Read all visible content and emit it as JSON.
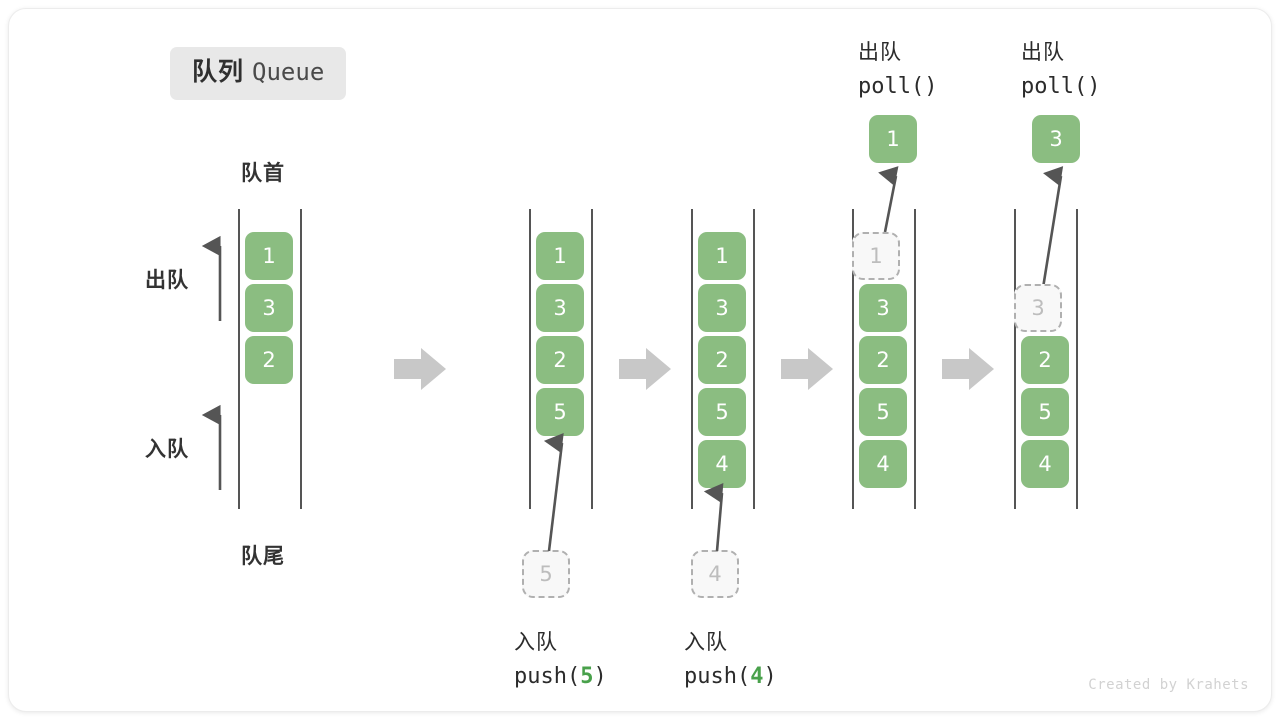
{
  "title": {
    "cn": "队列",
    "en": "Queue"
  },
  "labels": {
    "front": "队首",
    "rear": "队尾",
    "dequeue": "出队",
    "enqueue": "入队"
  },
  "credit": "Created by Krahets",
  "colors": {
    "cell_fill": "#8bbd81",
    "cell_text": "#ffffff",
    "ghost_fill": "#f8f8f8",
    "ghost_border": "#b0b0b0",
    "ghost_text": "#bdbdbd",
    "rail": "#555555",
    "step_arrow": "#c8c8c8",
    "accent_text": "#49a14b",
    "badge_bg": "#e8e8e8"
  },
  "steps": [
    {
      "name": "initial",
      "op_line1": "",
      "op_line2": "",
      "arg": "",
      "cells": [
        "1",
        "3",
        "2"
      ],
      "ghost_top": null,
      "ghost_bottom": null,
      "result": null
    },
    {
      "name": "push-5",
      "op_line1": "入队",
      "op_line2_prefix": "push(",
      "arg": "5",
      "op_line2_suffix": ")",
      "cells": [
        "1",
        "3",
        "2",
        "5"
      ],
      "ghost_bottom": "5",
      "ghost_top": null,
      "result": null
    },
    {
      "name": "push-4",
      "op_line1": "入队",
      "op_line2_prefix": "push(",
      "arg": "4",
      "op_line2_suffix": ")",
      "cells": [
        "1",
        "3",
        "2",
        "5",
        "4"
      ],
      "ghost_bottom": "4",
      "ghost_top": null,
      "result": null
    },
    {
      "name": "poll-1",
      "op_line1": "出队",
      "op_line2_prefix": "poll(",
      "arg": "",
      "op_line2_suffix": ")",
      "cells": [
        "3",
        "2",
        "5",
        "4"
      ],
      "ghost_top": "1",
      "ghost_bottom": null,
      "result": "1"
    },
    {
      "name": "poll-3",
      "op_line1": "出队",
      "op_line2_prefix": "poll(",
      "arg": "",
      "op_line2_suffix": ")",
      "cells": [
        "2",
        "5",
        "4"
      ],
      "ghost_top": "3",
      "ghost_bottom": null,
      "result": "3"
    }
  ]
}
